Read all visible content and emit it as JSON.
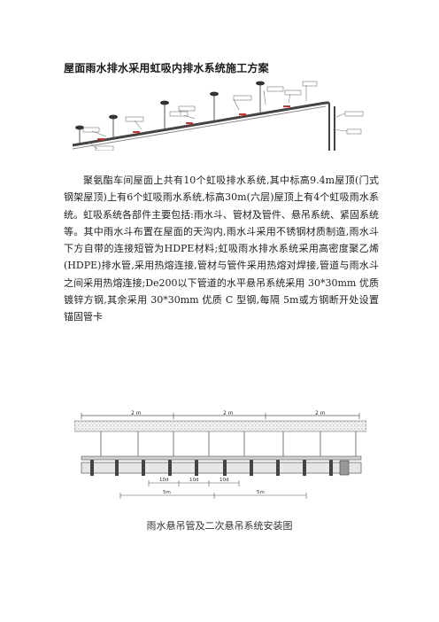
{
  "document": {
    "title": "屋面雨水排水采用虹吸内排水系统施工方案",
    "paragraph": "聚氨酯车间屋面上共有10个虹吸排水系统,其中标高9.4m屋顶(门式钢架屋顶)上有6个虹吸雨水系统,标高30m(六层)屋顶上有4个虹吸雨水系统。虹吸系统各部件主要包括:雨水斗、管材及管件、悬吊系统、紧固系统等。其中雨水斗布置在屋面的天沟内,雨水斗采用不锈钢材质制造,雨水斗下方自带的连接短管为HDPE材料;虹吸雨水排水系统采用高密度聚乙烯(HDPE)排水管,采用热熔连接,管材与管件采用热熔对焊接,管道与雨水斗之间采用热熔连接;De200以下管道的水平悬吊系统采用 30*30mm 优质镀锌方钢,其余采用 30*30mm 优质 C 型钢,每隔 5m或方钢断开处设置锚固管卡",
    "caption": "雨水悬吊管及二次悬吊系统安装图"
  },
  "figure2": {
    "top_dims": [
      "2 m",
      "2 m",
      "2 m"
    ],
    "bottom_dims_row1": [
      "10d",
      "10d",
      "10d"
    ],
    "bottom_dims_row2": [
      "5m",
      "5m"
    ]
  },
  "colors": {
    "text": "#222222",
    "line": "#555555",
    "pipe_fill": "#e6e6e6",
    "label_red": "#c33333"
  }
}
